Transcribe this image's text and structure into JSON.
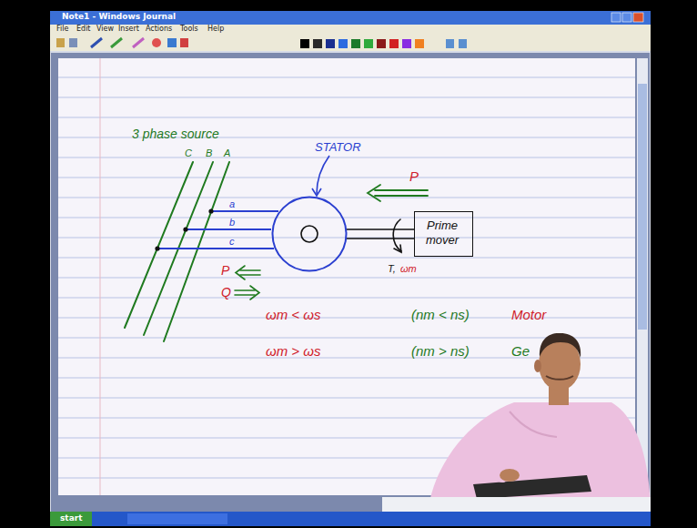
{
  "diagram": {
    "nodes": [
      {
        "text": [
          "STATOR"
        ]
      },
      {
        "text": [
          "Prime mover"
        ]
      }
    ],
    "edges": [
      {
        "from": 1,
        "to": 0,
        "arrow": "none"
      }
    ],
    "labels": [
      "Note1 - Windows Journal",
      "File",
      "Edit",
      "View",
      "Insert",
      "Actions",
      "Tools",
      "Help",
      "3 phase source",
      "C",
      "B",
      "A",
      "a",
      "b",
      "c",
      "P",
      "T,",
      "ωm",
      "P",
      "Q",
      "ωm < ωs",
      "(nm < ns)",
      "Motor",
      "ωm > ωs",
      "(nm > ns)",
      "Ge",
      "start"
    ]
  }
}
